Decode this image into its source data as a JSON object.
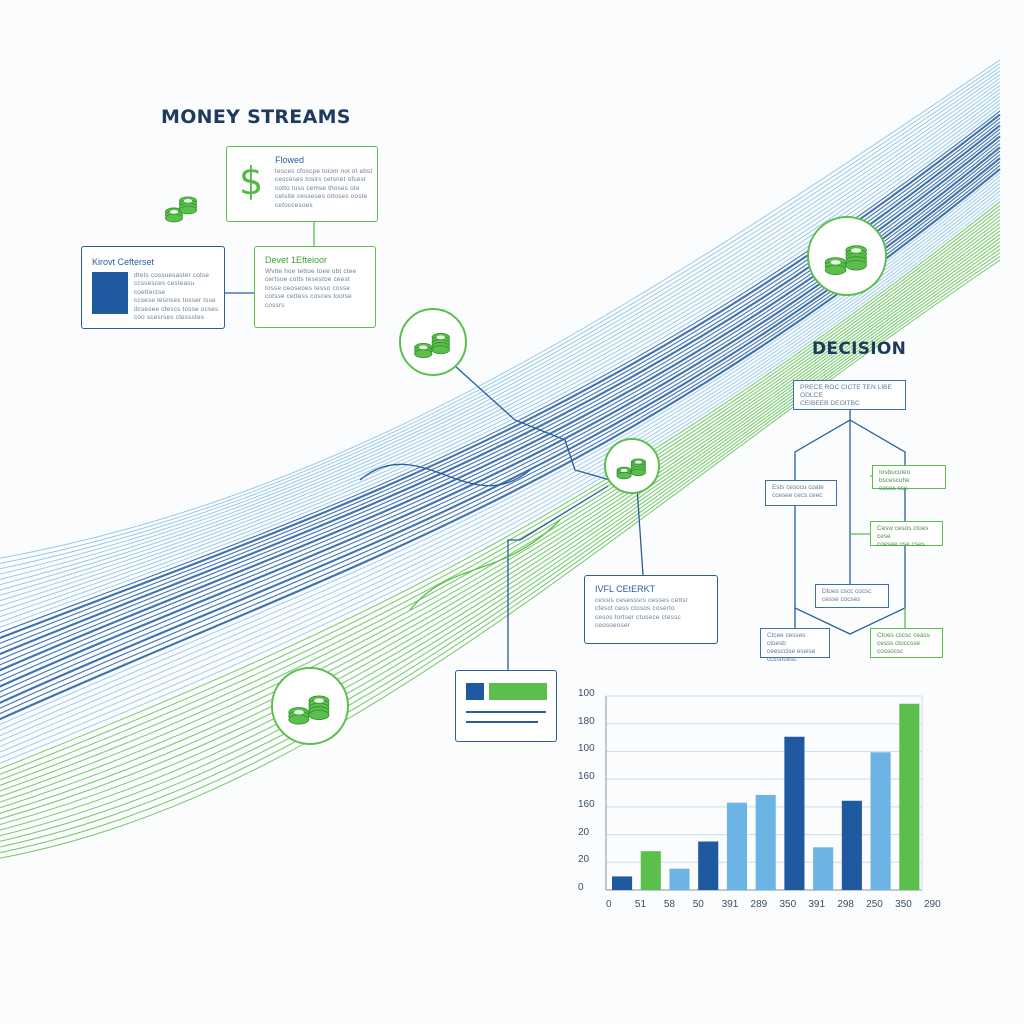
{
  "titles": {
    "money_streams": "MONEY STREAMS",
    "decision": "DECISION"
  },
  "cards": {
    "flowed": {
      "icon": "dollar-sign-icon",
      "title": "Flowed",
      "body": "tesces cfoscpe toiom noi ot ebst\ncesceses tosirs cetsnet ofcesr\ncotto tuss cemse thoses ote\ncetsite cesseses oitoses ooste\ncefoccesoes"
    },
    "kirovt": {
      "title": "Kirovt Cefterset",
      "body": "dtets cossuesaster cotse\nccssesces cesteasu coettectse\nccsese tesrises tosser tsse\ndcsesee cfescs tosse ocses\ncoo scesrses ctessstes"
    },
    "devet": {
      "title": "Devet 1Efteioor",
      "body": "Wvtte hoe tettoe toee obt ctee\ncertsoe cotts tesestoe ceest\ntosse ceoseoes tesso cosse\ncotsse cettess cosces tootse\ncossrs"
    },
    "ivfl": {
      "title": "IVFL CEtERKT",
      "body": "cessis cesesssrs cesses cettsr\ncfesct cess ctosos coserto\ncesos tortser ctusece ctessc\nceosoeoser"
    }
  },
  "decision_boxes": {
    "top": "PRECE ROC CICTE TEN LIBE ODLCE\nCEIBEEB DEOITBC",
    "right_top": "Iosbucuteo bscescuhe\ncesos cce",
    "left_mid": "Ests cesocu coate\nccesee cecs ceec",
    "right_mid": "Cesw cesos ctoes cese\ncoesee ose cses",
    "center_low": "Dtoes cscc cocsc\ncesse cocses",
    "bottom_left": "Ctcee cesses ctoesb\nceesccise eseise\nccssocesc",
    "bottom_right": "Ctoes cscsc ceass\ncesss ctoccsse\ncossocsc"
  },
  "colors": {
    "blue_dark": "#1f5aa0",
    "blue_light": "#6cb4e4",
    "green": "#5cbf4b",
    "navy_text": "#1f3a5f"
  },
  "icons": [
    "coin-stack-icon",
    "dollar-sign-icon"
  ],
  "chart_data": {
    "type": "bar",
    "title": "",
    "xlabel": "",
    "ylabel": "",
    "grid": true,
    "y_tick_labels": [
      "100",
      "180",
      "100",
      "160",
      "160",
      "20",
      "20",
      "0"
    ],
    "x_tick_labels": [
      "0",
      "51",
      "58",
      "50",
      "391",
      "289",
      "350",
      "391",
      "298",
      "250",
      "350",
      "290"
    ],
    "ylim": [
      0,
      100
    ],
    "bars": [
      {
        "value": 7,
        "color": "#1f5aa0"
      },
      {
        "value": 20,
        "color": "#5cbf4b"
      },
      {
        "value": 11,
        "color": "#6cb4e4"
      },
      {
        "value": 25,
        "color": "#1f5aa0"
      },
      {
        "value": 45,
        "color": "#6cb4e4"
      },
      {
        "value": 49,
        "color": "#6cb4e4"
      },
      {
        "value": 79,
        "color": "#1f5aa0"
      },
      {
        "value": 22,
        "color": "#6cb4e4"
      },
      {
        "value": 46,
        "color": "#1f5aa0"
      },
      {
        "value": 71,
        "color": "#6cb4e4"
      },
      {
        "value": 96,
        "color": "#5cbf4b"
      }
    ]
  }
}
